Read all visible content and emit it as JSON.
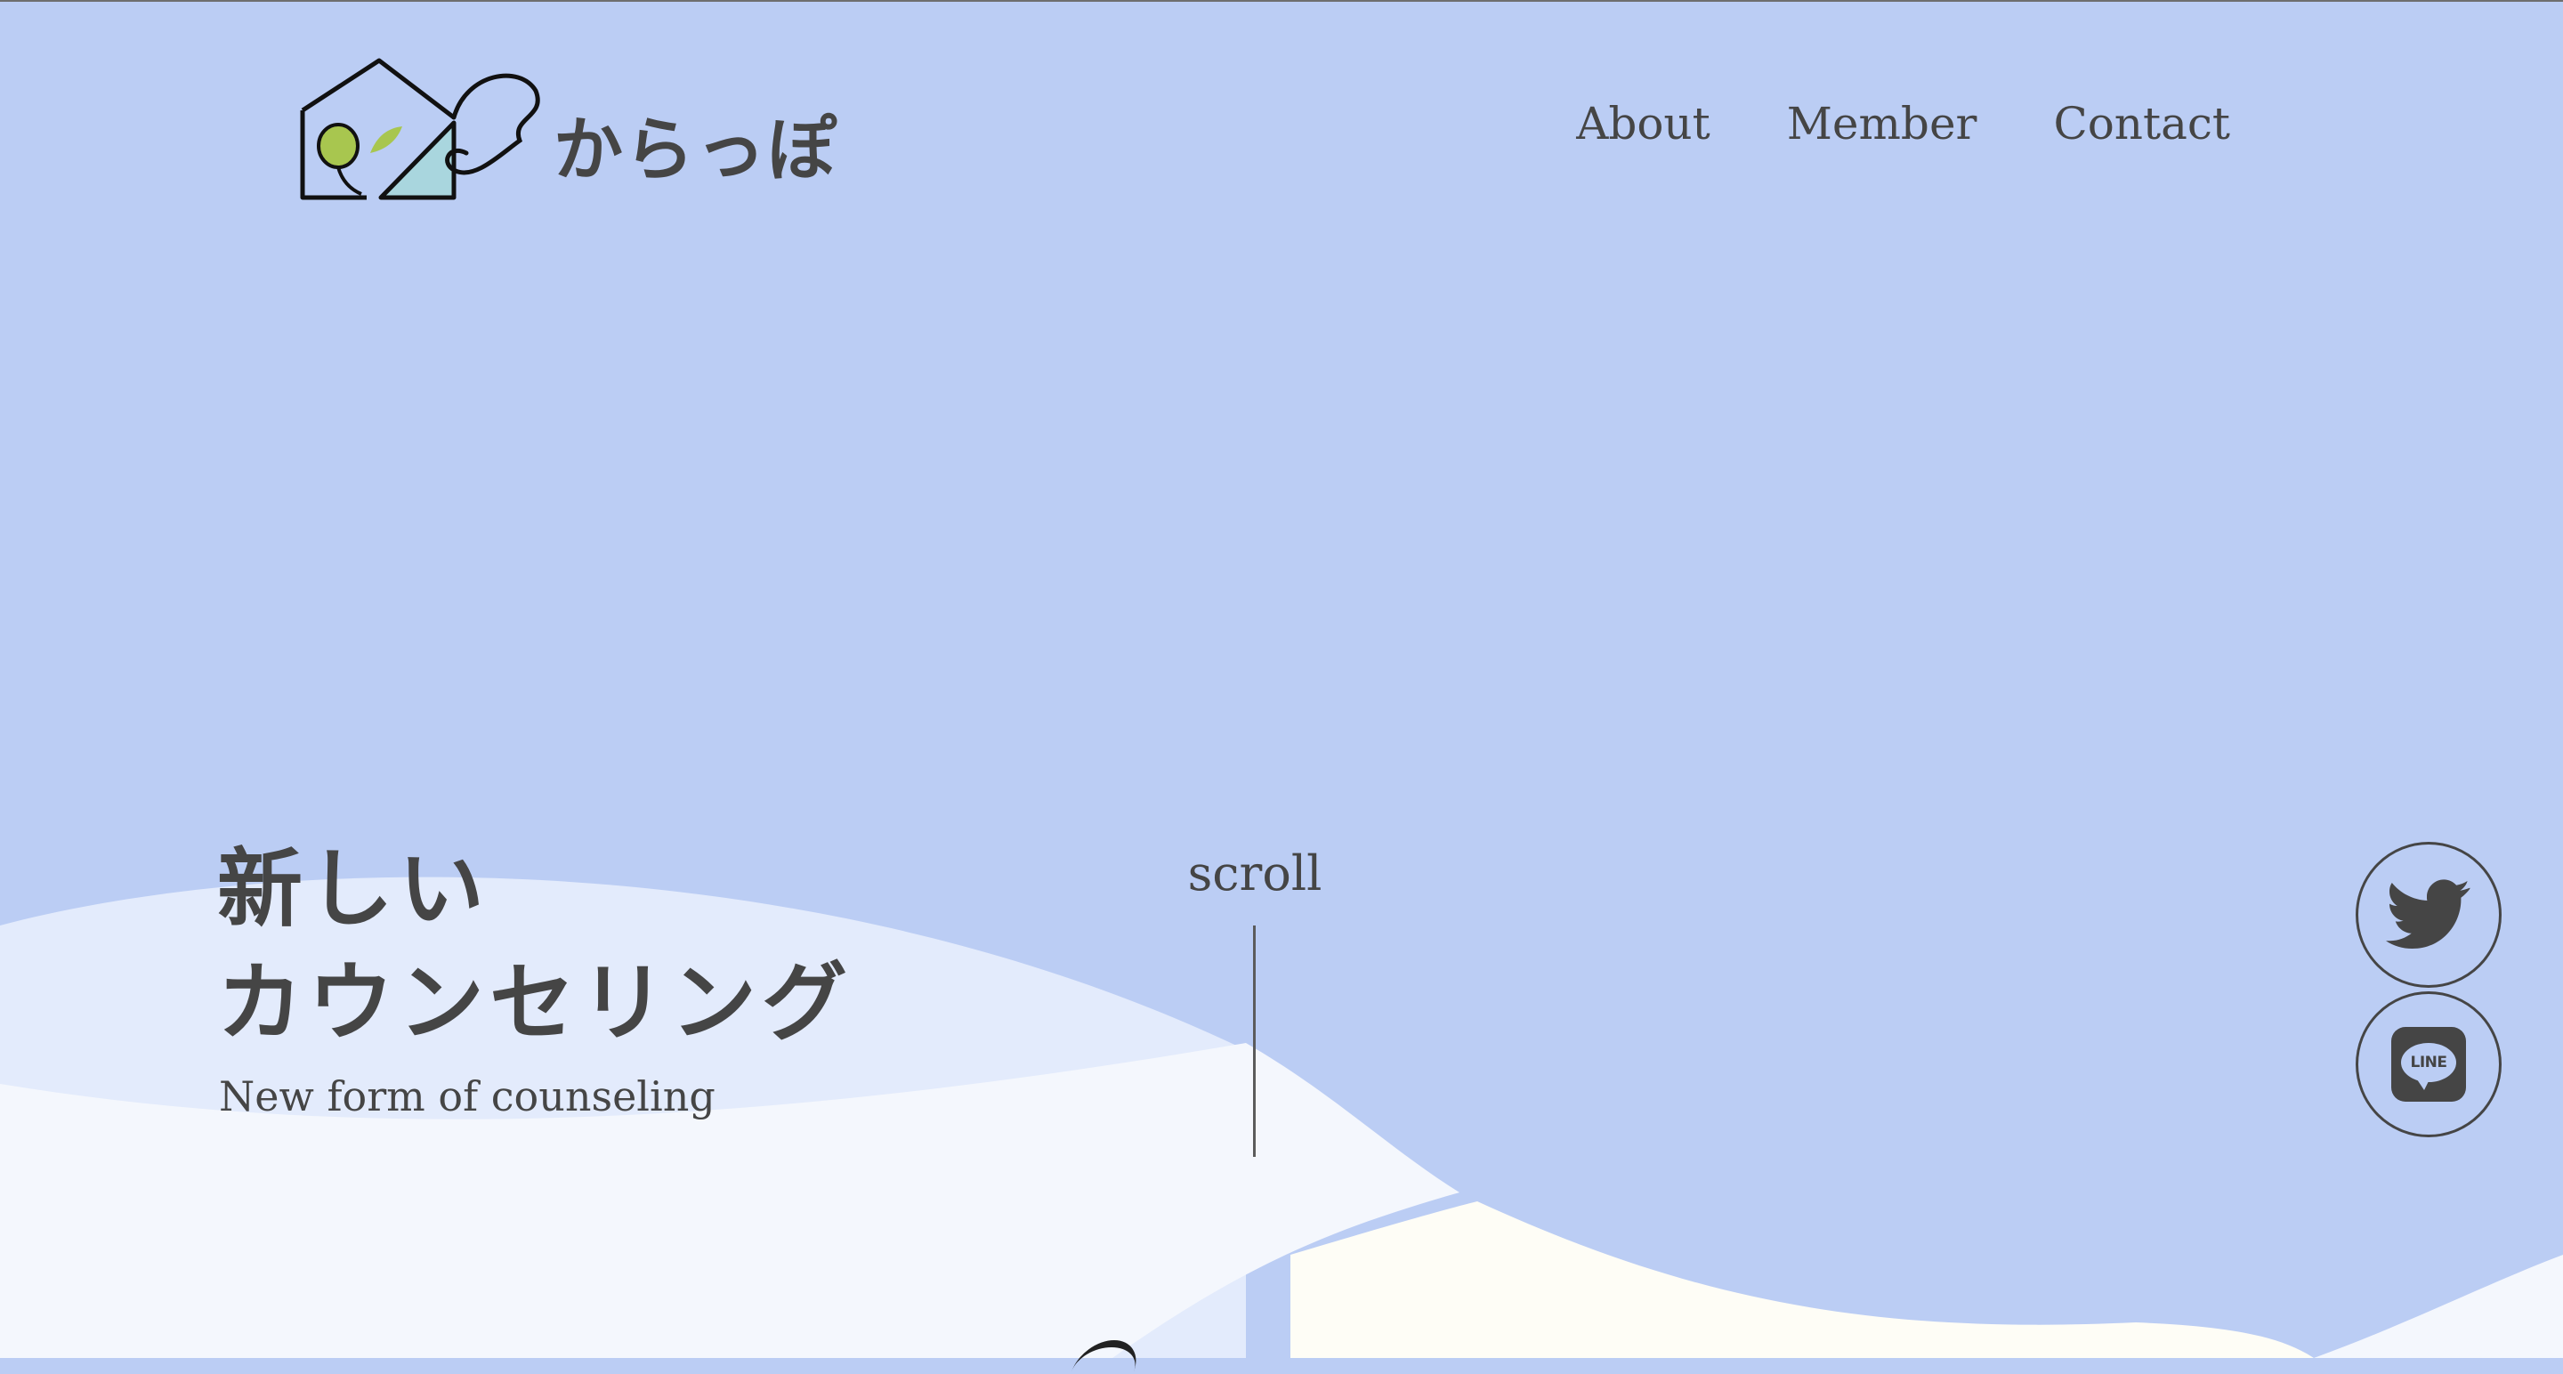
{
  "header": {
    "logo_text": "からっぽ",
    "nav": [
      {
        "label": "About"
      },
      {
        "label": "Member"
      },
      {
        "label": "Contact"
      }
    ]
  },
  "hero": {
    "title_line1": "新しい",
    "title_line2": "カウンセリング",
    "subtitle": "New form of counseling"
  },
  "scroll": {
    "label": "scroll"
  },
  "social": {
    "line_label": "LINE",
    "icons": [
      "twitter-icon",
      "line-icon"
    ]
  },
  "colors": {
    "background": "#bbcdf4",
    "wave_light": "#e3ebfc",
    "wave_lighter": "#f4f7fd",
    "wave_cream": "#fefdf6",
    "text": "#454545",
    "logo_green": "#a8c64f",
    "logo_teal": "#a9d6de"
  }
}
